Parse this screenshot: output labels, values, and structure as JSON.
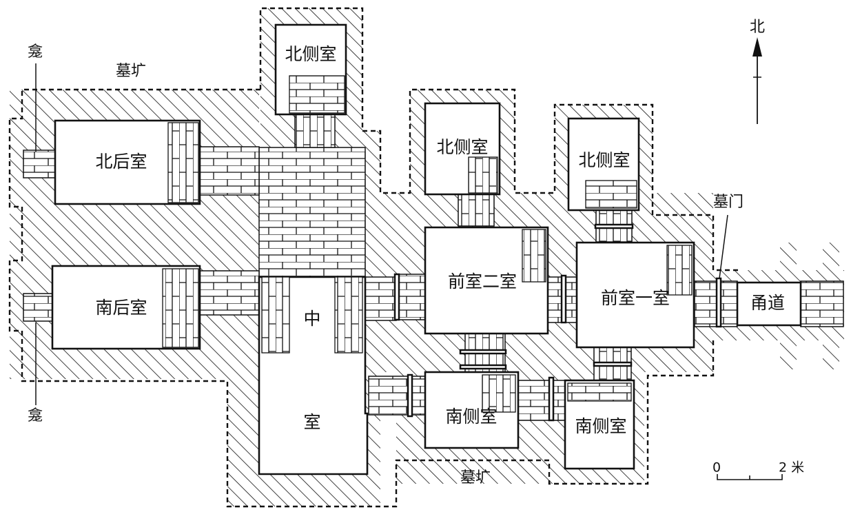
{
  "colors": {
    "ink": "#111111",
    "paper": "#ffffff"
  },
  "north": {
    "label": "北",
    "icon": "north-arrow-icon"
  },
  "labels": {
    "tomb_pit_top": "墓圹",
    "tomb_pit_bottom": "墓圹",
    "niche_top": "龛",
    "niche_bottom": "龛",
    "tomb_door": "墓门"
  },
  "rooms": {
    "north_rear": "北后室",
    "south_rear": "南后室",
    "central_top": "中",
    "central_bottom": "室",
    "north_side_central": "北侧室",
    "north_side_front2": "北侧室",
    "north_side_front1": "北侧室",
    "front_room_2": "前室二室",
    "front_room_1": "前室一室",
    "south_side_front2": "南侧室",
    "south_side_front1": "南侧室",
    "passage": "甬道"
  },
  "scale_bar": {
    "start_label": "0",
    "end_label": "2 米",
    "length_m": 2
  }
}
